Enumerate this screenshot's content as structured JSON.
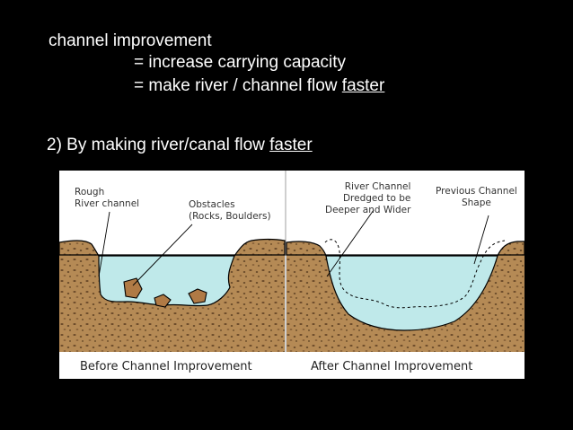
{
  "slide": {
    "title": "channel improvement",
    "equations": [
      {
        "prefix": "= increase carrying capacity",
        "emphasis": ""
      },
      {
        "prefix": "= make river / channel flow ",
        "emphasis": "faster"
      }
    ],
    "point2": {
      "prefix": "2) By making river/canal flow ",
      "emphasis": "faster"
    }
  },
  "diagram": {
    "labels": {
      "rough_channel": [
        "Rough",
        "River channel"
      ],
      "obstacles": [
        "Obstacles",
        "(Rocks, Boulders)"
      ],
      "dredged": [
        "River Channel",
        "Dredged to be",
        "Deeper and Wider"
      ],
      "previous_shape": [
        "Previous Channel",
        "Shape"
      ]
    },
    "captions": {
      "before": "Before Channel Improvement",
      "after": "After Channel Improvement"
    },
    "colors": {
      "soil": "#b58a55",
      "water": "#bfe9ea",
      "outline": "#000000"
    }
  }
}
